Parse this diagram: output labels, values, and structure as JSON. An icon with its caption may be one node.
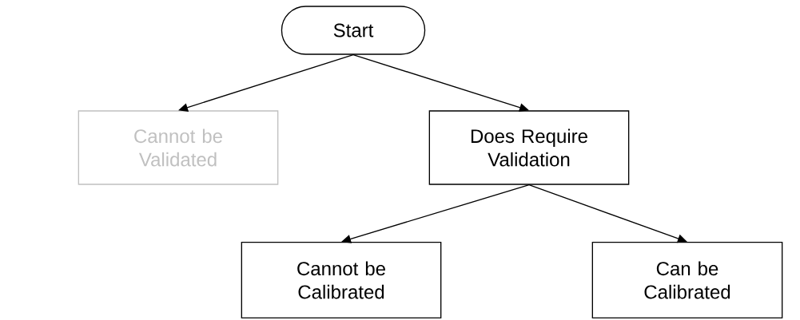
{
  "diagram": {
    "nodes": [
      {
        "text": [
          "Start"
        ]
      },
      {
        "text": [
          "Cannot be Validated"
        ]
      },
      {
        "text": [
          "Does Require Validation"
        ]
      },
      {
        "text": [
          "Cannot be Calibrated"
        ]
      },
      {
        "text": [
          "Can be Calibrated"
        ]
      }
    ],
    "edges": [
      {
        "from": 0,
        "to": 1,
        "arrow": "to"
      },
      {
        "from": 0,
        "to": 2,
        "arrow": "to"
      },
      {
        "from": 2,
        "to": 3,
        "arrow": "to"
      },
      {
        "from": 2,
        "to": 4,
        "arrow": "to"
      }
    ]
  }
}
